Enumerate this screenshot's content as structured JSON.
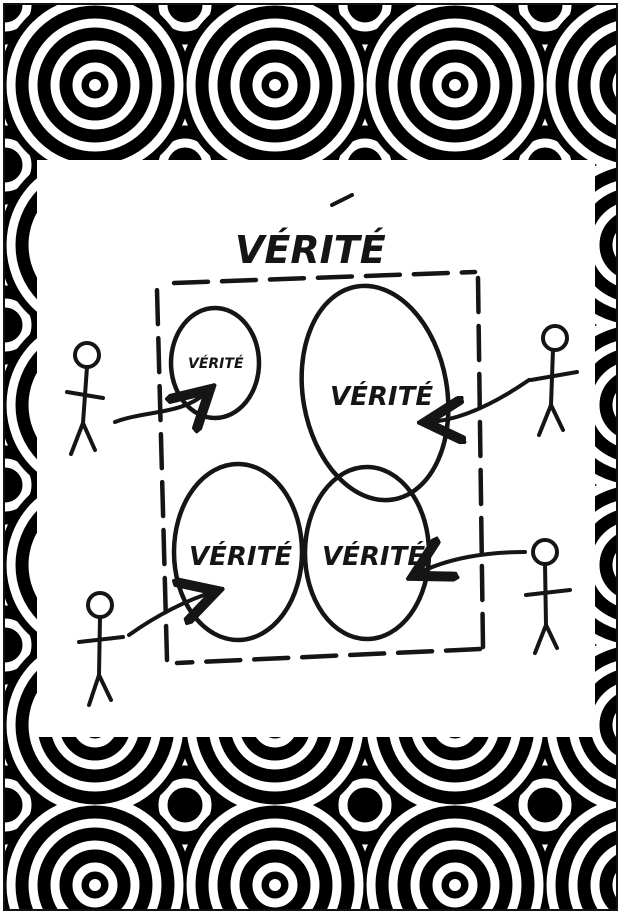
{
  "background": {
    "pattern": "concentric-circles",
    "colors": [
      "#000000",
      "#ffffff"
    ]
  },
  "diagram": {
    "outer_label": "VÉRITÉ",
    "bubbles": [
      {
        "id": "top-left",
        "label": "VÉRITÉ"
      },
      {
        "id": "top-right",
        "label": "VÉRITÉ"
      },
      {
        "id": "bottom-left",
        "label": "VÉRITÉ"
      },
      {
        "id": "bottom-right",
        "label": "VÉRITÉ"
      }
    ],
    "people": [
      {
        "id": "person-top-left",
        "icon": "stick-figure-icon"
      },
      {
        "id": "person-top-right",
        "icon": "stick-figure-icon"
      },
      {
        "id": "person-bottom-left",
        "icon": "stick-figure-icon"
      },
      {
        "id": "person-bottom-right",
        "icon": "stick-figure-icon"
      }
    ]
  }
}
